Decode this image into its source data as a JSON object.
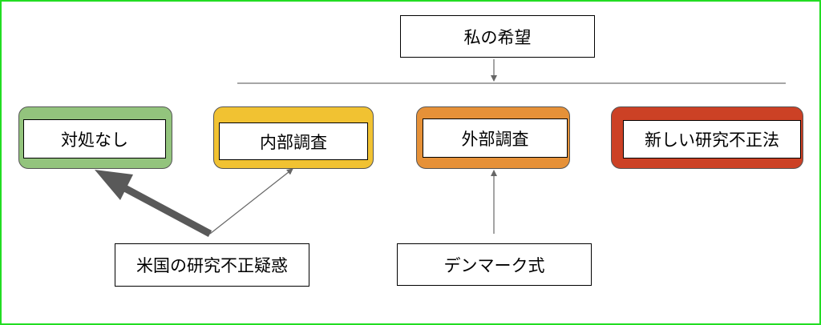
{
  "top": {
    "label": "私の希望"
  },
  "options": [
    {
      "label": "対処なし",
      "color": "#93c47d"
    },
    {
      "label": "内部調査",
      "color": "#f1c232"
    },
    {
      "label": "外部調査",
      "color": "#e69138"
    },
    {
      "label": "新しい研究不正法",
      "color": "#cc4125"
    }
  ],
  "sources": [
    {
      "label": "米国の研究不正疑惑"
    },
    {
      "label": "デンマーク式"
    }
  ],
  "colors": {
    "frame": "#22dd22",
    "connector": "#666666",
    "bold_arrow": "#595959"
  }
}
